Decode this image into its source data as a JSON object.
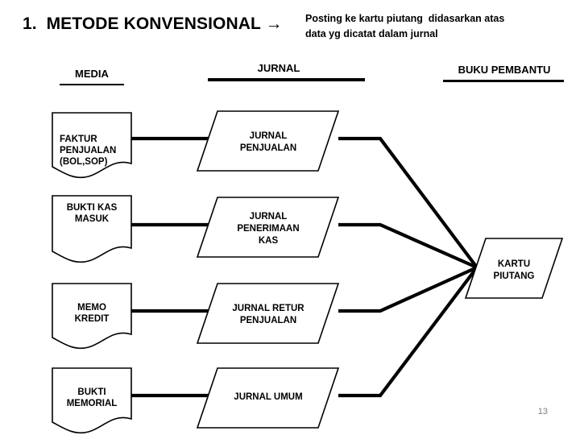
{
  "slide": {
    "title": "1.  METODE KONVENSIONAL →",
    "note_line1": "Posting ke kartu piutang  didasarkan atas",
    "note_line2": "data yg dicatat dalam jurnal",
    "page_number": "13",
    "page_number_color": "#808080",
    "background": "#ffffff",
    "ink": "#000000"
  },
  "columns": [
    {
      "id": "media",
      "label": "MEDIA"
    },
    {
      "id": "jurnal",
      "label": "JURNAL"
    },
    {
      "id": "buku",
      "label": "BUKU PEMBANTU"
    }
  ],
  "chart_data": {
    "type": "diagram",
    "title": "1.  METODE KONVENSIONAL →",
    "diagram_kind": "accounting-flowchart",
    "columns": [
      "MEDIA",
      "JURNAL",
      "BUKU PEMBANTU"
    ],
    "nodes": [
      {
        "id": "doc1",
        "column": "MEDIA",
        "shape": "document",
        "lines": [
          "FAKTUR",
          "PENJUALAN",
          "(BOL,SOP)"
        ]
      },
      {
        "id": "doc2",
        "column": "MEDIA",
        "shape": "document",
        "lines": [
          "BUKTI KAS",
          "MASUK"
        ]
      },
      {
        "id": "doc3",
        "column": "MEDIA",
        "shape": "document",
        "lines": [
          "MEMO",
          "KREDIT"
        ]
      },
      {
        "id": "doc4",
        "column": "MEDIA",
        "shape": "document",
        "lines": [
          "BUKTI",
          "MEMORIAL"
        ]
      },
      {
        "id": "jur1",
        "column": "JURNAL",
        "shape": "parallelogram",
        "lines": [
          "JURNAL",
          "PENJUALAN"
        ]
      },
      {
        "id": "jur2",
        "column": "JURNAL",
        "shape": "parallelogram",
        "lines": [
          "JURNAL",
          "PENERIMAAN",
          "KAS"
        ]
      },
      {
        "id": "jur3",
        "column": "JURNAL",
        "shape": "parallelogram",
        "lines": [
          "JURNAL RETUR",
          "PENJUALAN"
        ]
      },
      {
        "id": "jur4",
        "column": "JURNAL",
        "shape": "parallelogram",
        "lines": [
          "JURNAL UMUM"
        ]
      },
      {
        "id": "kartu",
        "column": "BUKU PEMBANTU",
        "shape": "parallelogram",
        "lines": [
          "KARTU",
          "PIUTANG"
        ]
      }
    ],
    "edges": [
      {
        "from": "doc1",
        "to": "jur1"
      },
      {
        "from": "doc2",
        "to": "jur2"
      },
      {
        "from": "doc3",
        "to": "jur3"
      },
      {
        "from": "doc4",
        "to": "jur4"
      },
      {
        "from": "jur1",
        "to": "kartu"
      },
      {
        "from": "jur2",
        "to": "kartu"
      },
      {
        "from": "jur3",
        "to": "kartu"
      },
      {
        "from": "jur4",
        "to": "kartu"
      }
    ],
    "annotations": [
      "Posting ke kartu piutang  didasarkan atas",
      "data yg dicatat dalam jurnal"
    ]
  },
  "nodes": {
    "doc1": {
      "l1": "FAKTUR",
      "l2": "PENJUALAN",
      "l3": "(BOL,SOP)"
    },
    "doc2": {
      "l1": "BUKTI KAS",
      "l2": "MASUK"
    },
    "doc3": {
      "l1": "MEMO",
      "l2": "KREDIT"
    },
    "doc4": {
      "l1": "BUKTI",
      "l2": "MEMORIAL"
    },
    "jur1": {
      "l1": "JURNAL",
      "l2": "PENJUALAN"
    },
    "jur2": {
      "l1": "JURNAL",
      "l2": "PENERIMAAN",
      "l3": "KAS"
    },
    "jur3": {
      "l1": "JURNAL RETUR",
      "l2": "PENJUALAN"
    },
    "jur4": {
      "l1": "JURNAL UMUM"
    },
    "kartu": {
      "l1": "KARTU",
      "l2": "PIUTANG"
    }
  }
}
